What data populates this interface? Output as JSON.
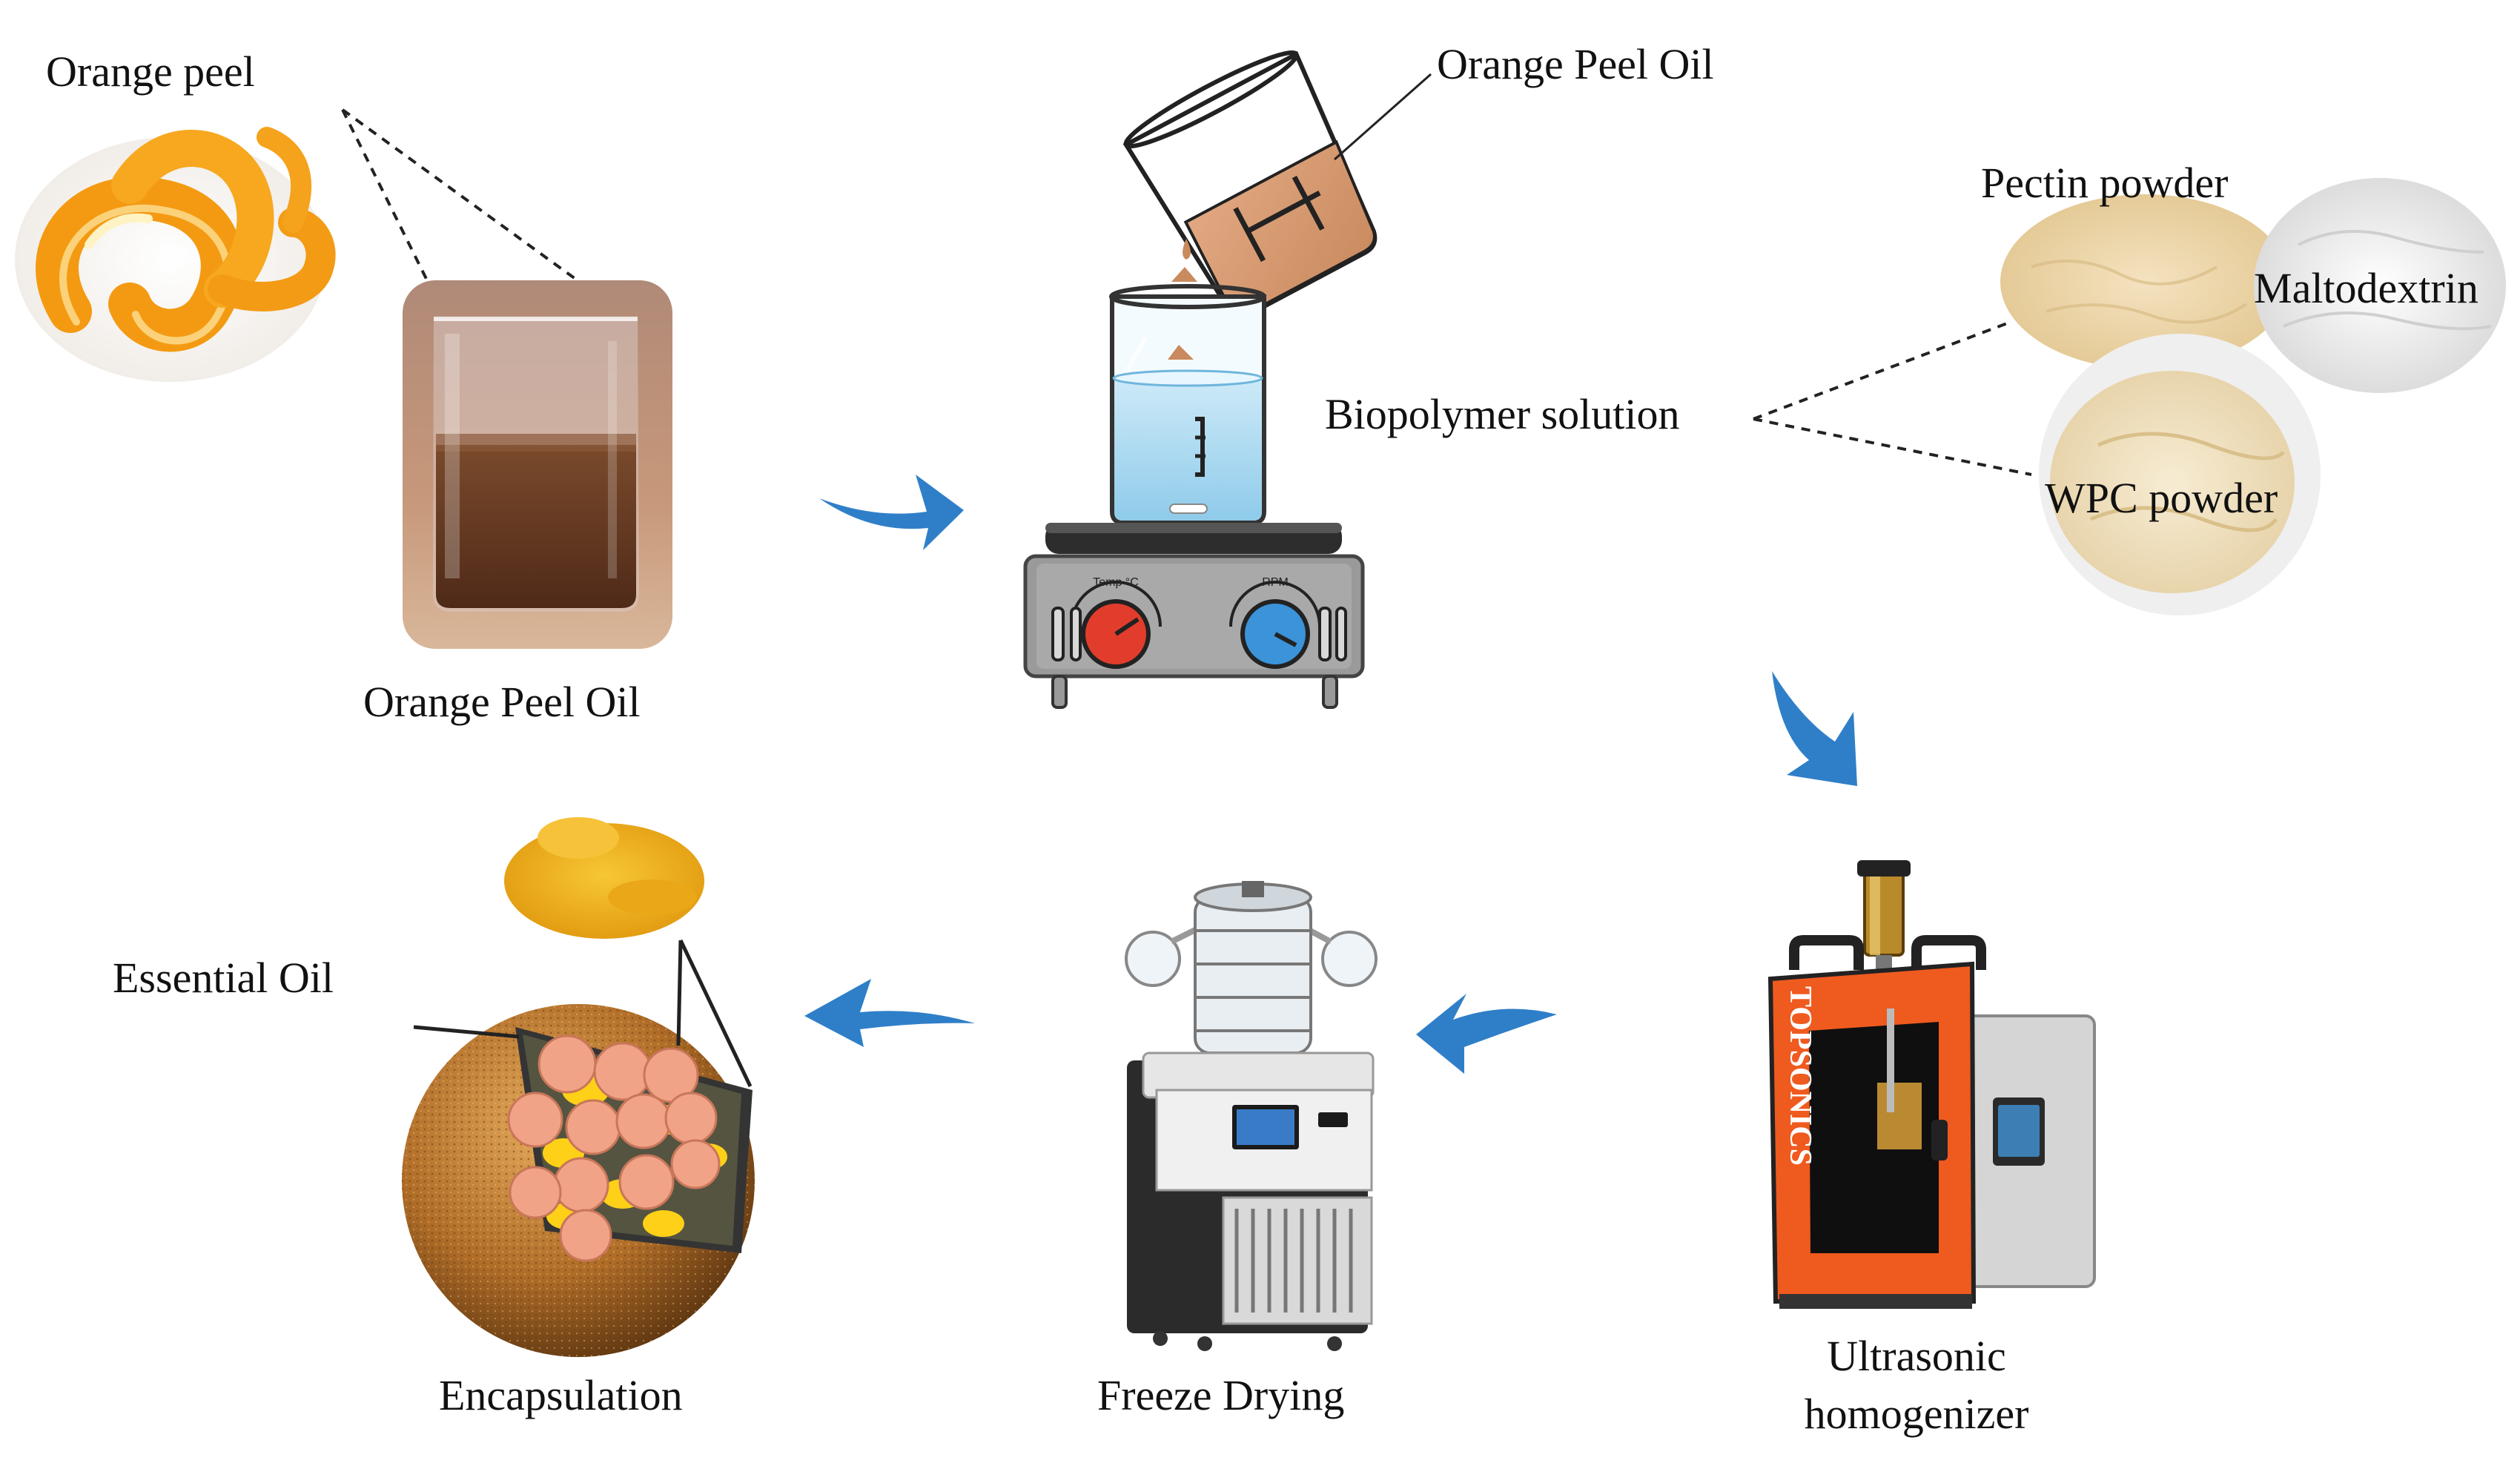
{
  "labels": {
    "orange_peel": "Orange peel",
    "orange_peel_oil_photo": "Orange Peel Oil",
    "orange_peel_oil_pour": "Orange Peel Oil",
    "pectin_powder": "Pectin powder",
    "maltodextrin": "Maltodextrin",
    "biopolymer_solution": "Biopolymer solution",
    "wpc_powder": "WPC powder",
    "ultrasonic_line1": "Ultrasonic",
    "ultrasonic_line2": "homogenizer",
    "freeze_drying": "Freeze Drying",
    "encapsulation": "Encapsulation",
    "essential_oil": "Essential Oil"
  },
  "device_text": {
    "homogenizer_brand": "TOPSONICS",
    "stirrer_left_knob": "Temp °C",
    "stirrer_right_knob": "RPM"
  },
  "colors": {
    "arrow": "#2f7fc8",
    "oil": "#6a3b22",
    "orange": "#f5a21c",
    "powder_yellow": "#f2b51a",
    "homogenizer_orange": "#ef5a1f"
  }
}
